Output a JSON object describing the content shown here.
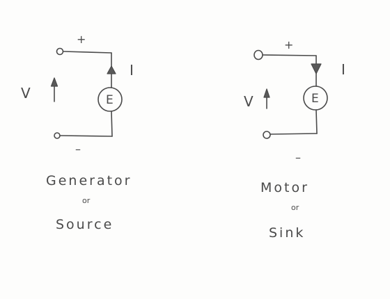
{
  "generator": {
    "plus": "+",
    "minus": "–",
    "voltage": "V",
    "current": "I",
    "emf": "E",
    "caption_line1": "Generator",
    "caption_or": "or",
    "caption_line2": "Source"
  },
  "motor": {
    "plus": "+",
    "minus": "–",
    "voltage": "V",
    "current": "I",
    "emf": "E",
    "caption_line1": "Motor",
    "caption_or": "or",
    "caption_line2": "Sink"
  },
  "colors": {
    "ink": "#4a4a4a",
    "paper": "#fdfdfc"
  }
}
